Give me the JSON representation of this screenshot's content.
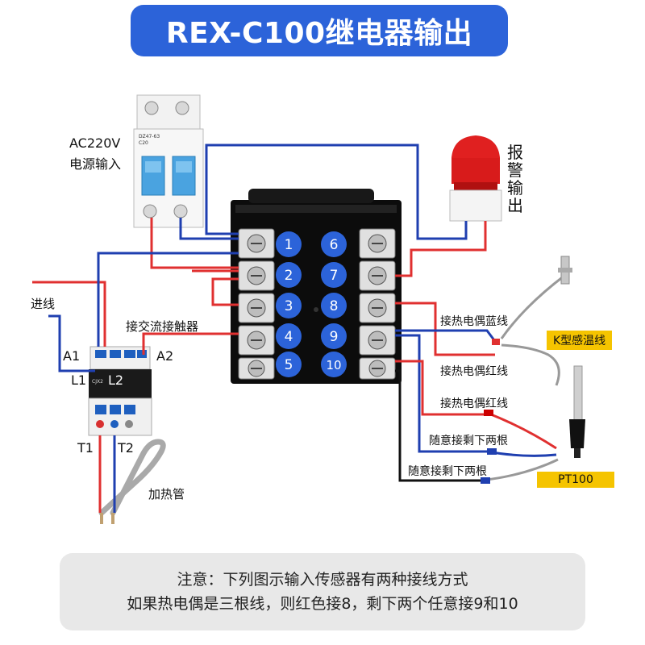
{
  "title": "REX-C100继电器输出",
  "labels": {
    "ac_input_line1": "AC220V",
    "ac_input_line2": "电源输入",
    "alarm_output": [
      "报",
      "警",
      "输",
      "出"
    ],
    "incoming_line": "进线",
    "contactor_hint": "接交流接触器",
    "a1": "A1",
    "a2": "A2",
    "l1": "L1",
    "l2": "L2",
    "t1": "T1",
    "t2": "T2",
    "heater": "加热管",
    "tc_blue": "接热电偶蓝线",
    "tc_red_1": "接热电偶红线",
    "tc_red_2": "接热电偶红线",
    "any_two_1": "随意接剩下两根",
    "any_two_2": "随意接剩下两根",
    "k_type": "K型感温线",
    "pt100": "PT100",
    "breaker_model": "DZ47-63",
    "breaker_rating": "C20",
    "contactor_model": "CJX2"
  },
  "terminals_left": [
    "1",
    "2",
    "3",
    "4",
    "5"
  ],
  "terminals_right": [
    "6",
    "7",
    "8",
    "9",
    "10"
  ],
  "note": {
    "line1": "注意：下列图示输入传感器有两种接线方式",
    "line2": "如果热电偶是三根线，则红色接8，剩下两个任意接9和10"
  },
  "colors": {
    "title_bg": "#2c63d9",
    "badge": "#2c63d9",
    "wire_red": "#e03030",
    "wire_blue": "#1f3fb0",
    "wire_black": "#111111",
    "note_bg": "#e8e8e8",
    "tag_yellow": "#f5c400"
  }
}
